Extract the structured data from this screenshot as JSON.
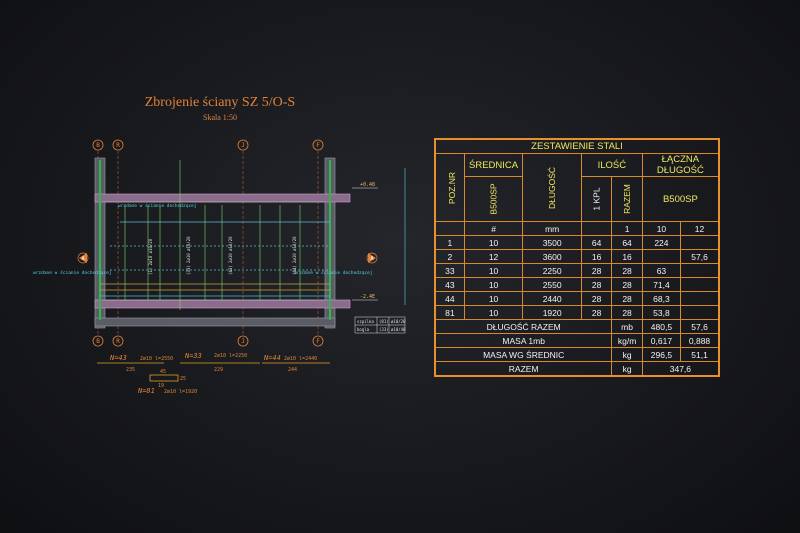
{
  "drawing": {
    "title": "Zbrojenie ściany SZ 5/O-S",
    "scale": "Skala 1:50",
    "axes_top": [
      "B",
      "R",
      "J",
      "F"
    ],
    "axes_bottom": [
      "B",
      "R",
      "J",
      "F"
    ],
    "side_marker": "A",
    "note_left_top": "wrzdane w ścianie dochodzącej",
    "note_left_bottom": "wrzdane w ścianie dochodzącej",
    "note_right": "wrzdane w ścianie dochodzącej",
    "elev_top": "+0.48",
    "elev_bottom": "-2.4E",
    "legend": [
      {
        "label": "szpilka",
        "code": "(81)",
        "value": "ø10/20"
      },
      {
        "label": "bogla",
        "code": "(33)",
        "value": "ø10/40"
      }
    ],
    "bars": [
      {
        "label": "N=43",
        "spec": "2ø10 l=2550",
        "dim": "235"
      },
      {
        "label": "N=33",
        "spec": "2ø10 l=2250",
        "dim": "229"
      },
      {
        "label": "N=44",
        "spec": "2ø10 l=2440",
        "dim": "244"
      }
    ],
    "bar81": {
      "label": "N=81",
      "spec": "2ø10 l=1920",
      "dims": [
        "45",
        "25",
        "19"
      ]
    }
  },
  "table": {
    "title": "ZESTAWIENIE STALI",
    "col_poz": "POZ.NR",
    "col_srednica": "ŚREDNICA",
    "col_dlugosc": "DŁUGOŚĆ",
    "col_ilosc": "ILOŚĆ",
    "col_laczna": "ŁĄCZNA DŁUGOŚĆ",
    "sub_grade": "B500SP",
    "sub_1kpl": "1 KPL",
    "sub_razem": "RAZEM",
    "sub_grade2": "B500SP",
    "units": [
      "#",
      "mm",
      "1",
      "10",
      "12"
    ],
    "rows": [
      {
        "poz": "1",
        "d": "10",
        "len": "3500",
        "kpl": "64",
        "razem": "64",
        "l10": "224",
        "l12": ""
      },
      {
        "poz": "2",
        "d": "12",
        "len": "3600",
        "kpl": "16",
        "razem": "16",
        "l10": "",
        "l12": "57,6"
      },
      {
        "poz": "33",
        "d": "10",
        "len": "2250",
        "kpl": "28",
        "razem": "28",
        "l10": "63",
        "l12": ""
      },
      {
        "poz": "43",
        "d": "10",
        "len": "2550",
        "kpl": "28",
        "razem": "28",
        "l10": "71,4",
        "l12": ""
      },
      {
        "poz": "44",
        "d": "10",
        "len": "2440",
        "kpl": "28",
        "razem": "28",
        "l10": "68,3",
        "l12": ""
      },
      {
        "poz": "81",
        "d": "10",
        "len": "1920",
        "kpl": "28",
        "razem": "28",
        "l10": "53,8",
        "l12": ""
      }
    ],
    "summary": [
      {
        "label": "DŁUGOŚĆ RAZEM",
        "unit": "mb",
        "v10": "480,5",
        "v12": "57,6"
      },
      {
        "label": "MASA 1mb",
        "unit": "kg/m",
        "v10": "0,617",
        "v12": "0,888"
      },
      {
        "label": "MASA WG ŚREDNIC",
        "unit": "kg",
        "v10": "296,5",
        "v12": "51,1"
      }
    ],
    "total": {
      "label": "RAZEM",
      "unit": "kg",
      "value": "347,6"
    }
  }
}
